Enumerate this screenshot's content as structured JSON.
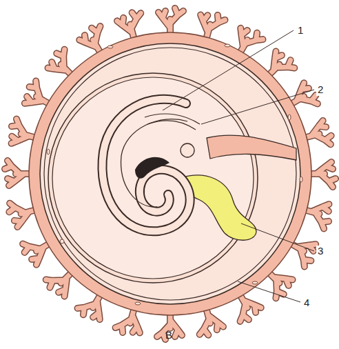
{
  "diagram": {
    "caption": "В",
    "labels": [
      "1",
      "2",
      "3",
      "4"
    ]
  }
}
